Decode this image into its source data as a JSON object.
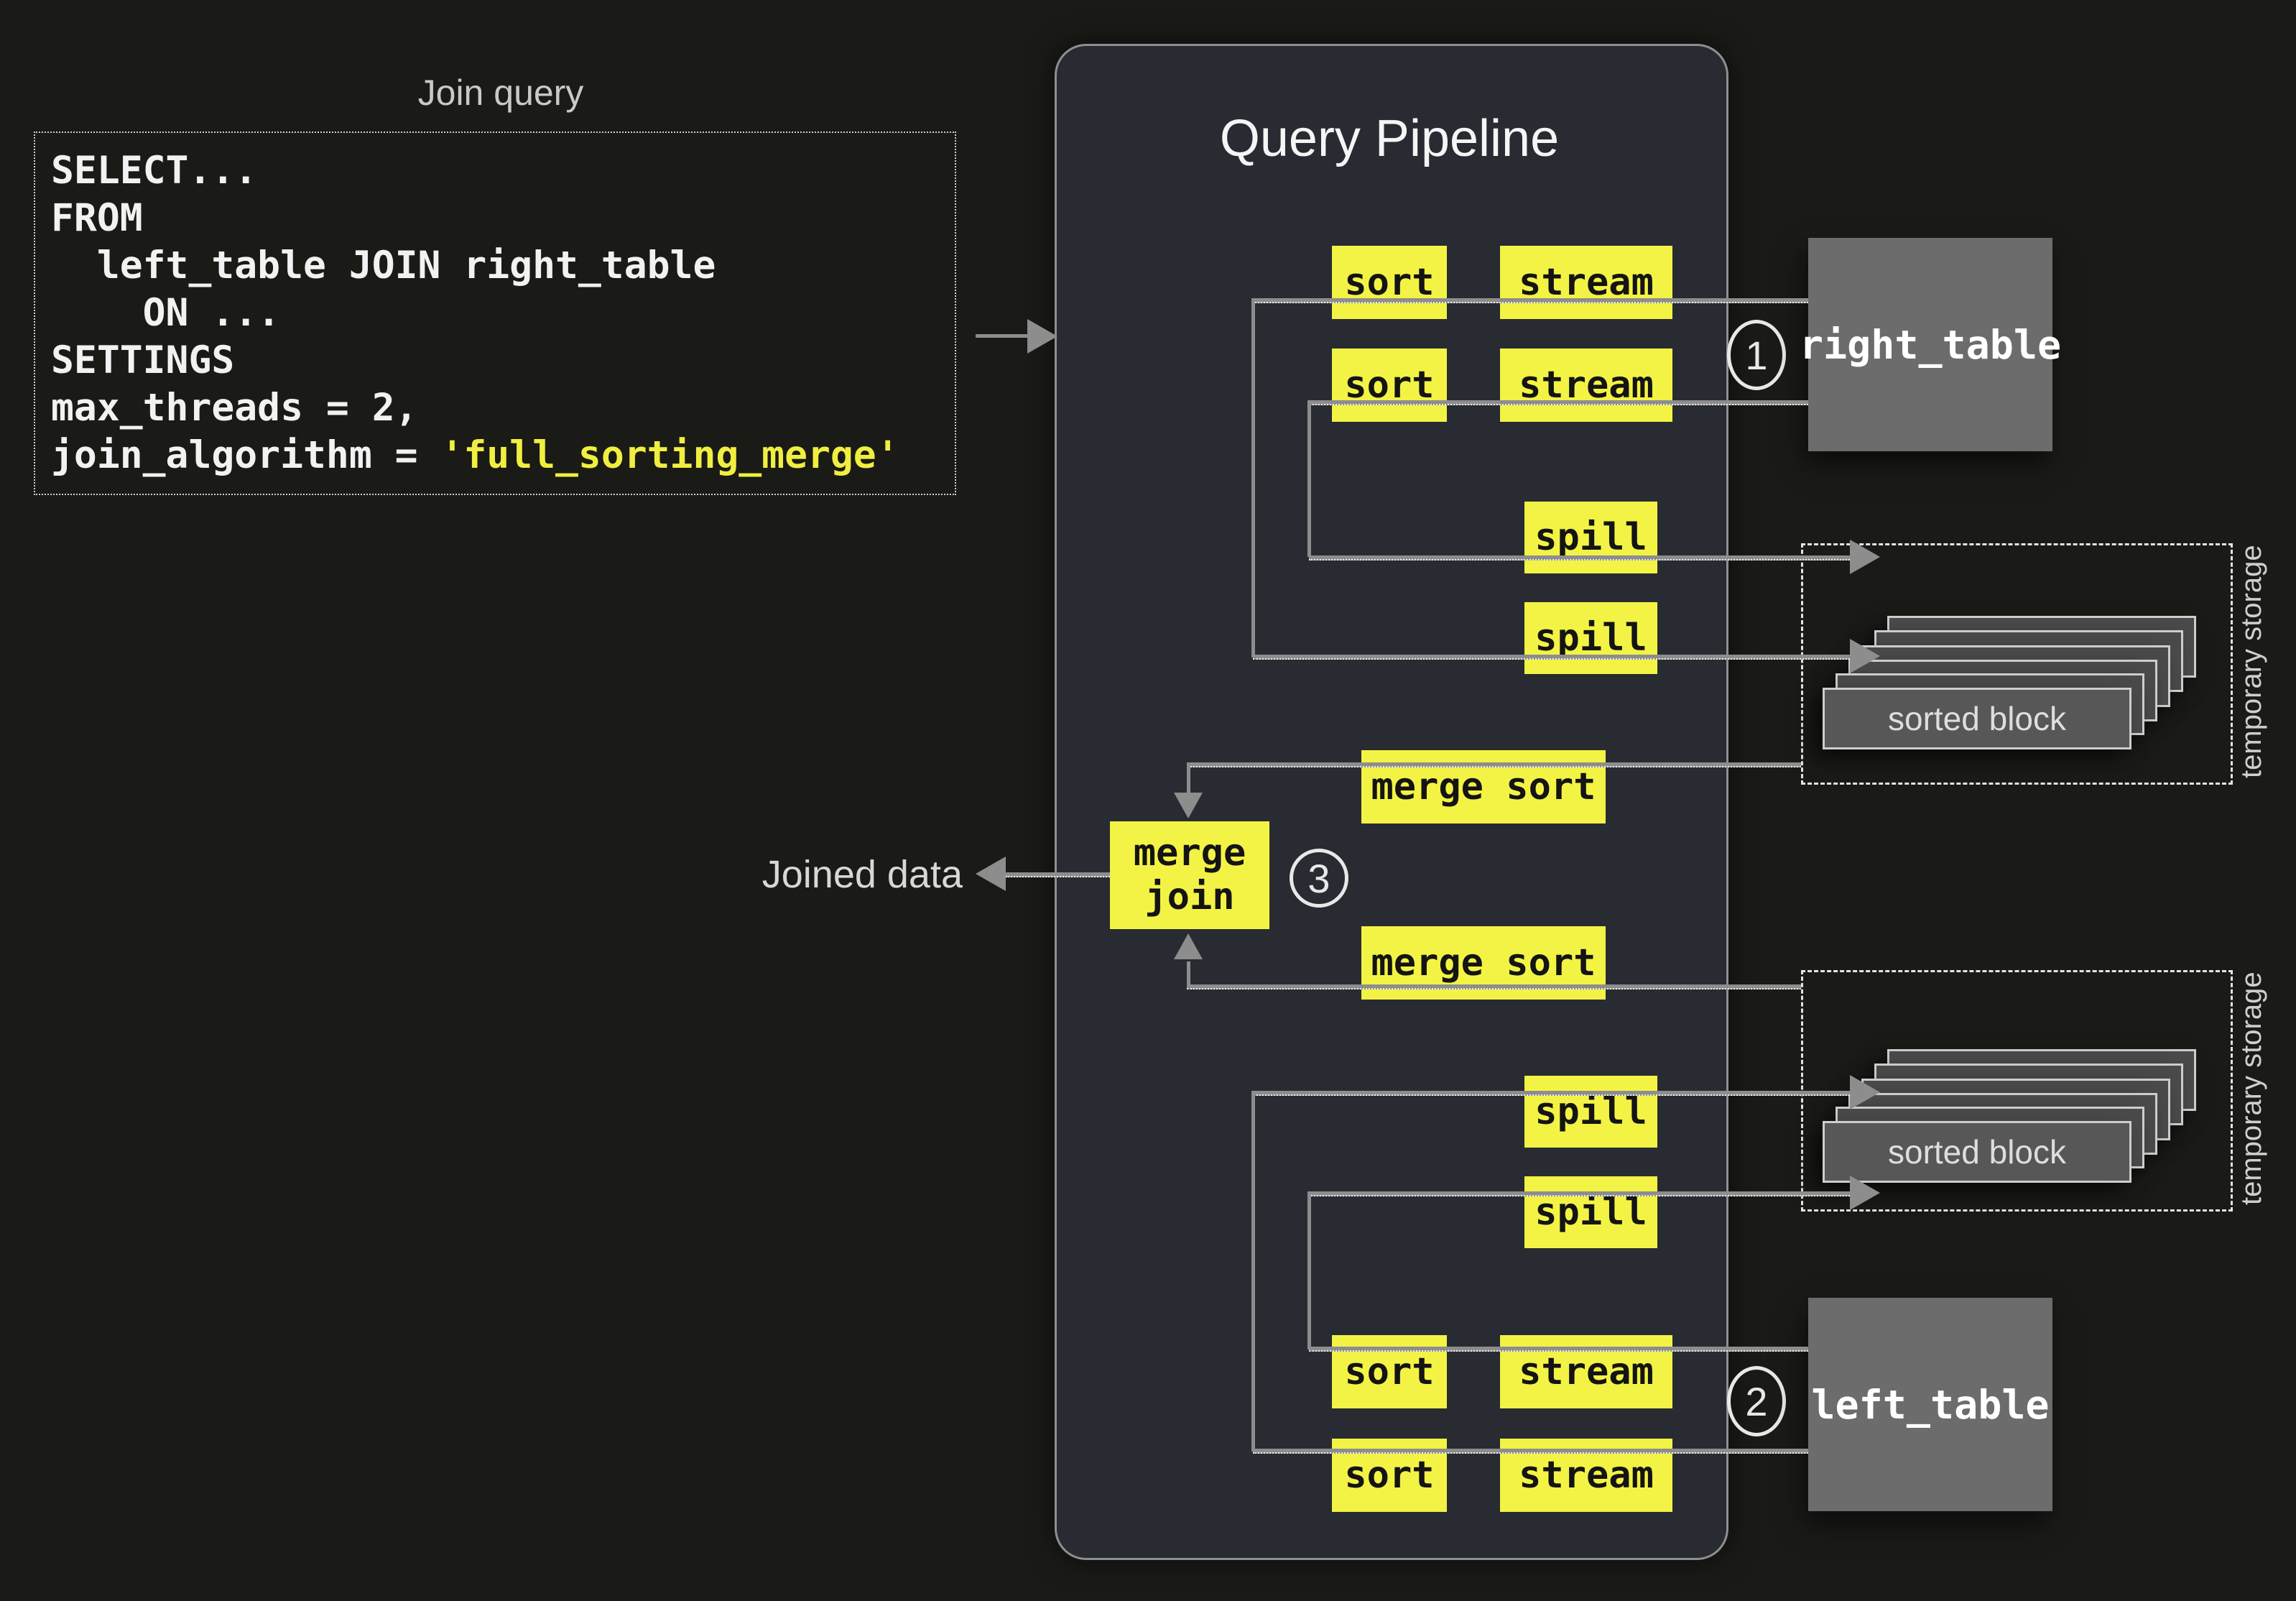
{
  "join_query": {
    "title": "Join query",
    "code_lines": [
      "SELECT...",
      "FROM",
      "  left_table JOIN right_table",
      "    ON ...",
      "SETTINGS",
      "max_threads = 2,",
      "join_algorithm = "
    ],
    "code_highlight": "'full_sorting_merge'"
  },
  "pipeline": {
    "title": "Query Pipeline",
    "nodes": {
      "sort": "sort",
      "stream": "stream",
      "spill": "spill",
      "merge_sort": "merge sort",
      "merge_join": [
        "merge",
        "join"
      ]
    },
    "steps": {
      "right_read": "1",
      "left_read": "2",
      "join": "3"
    }
  },
  "labels": {
    "joined_data": "Joined data"
  },
  "tables": {
    "right": "right_table",
    "left": "left_table"
  },
  "storage": {
    "sorted_block": "sorted block",
    "temporary_storage": "temporary storage"
  },
  "colors": {
    "background": "#1a1a17",
    "panel": "#282b31",
    "node_yellow": "#f3f345",
    "line_gray": "#8d8d8d",
    "table_gray": "#6c6c6c",
    "code_string_yellow": "#f0ef3f",
    "text_light": "#d8d8d8"
  }
}
